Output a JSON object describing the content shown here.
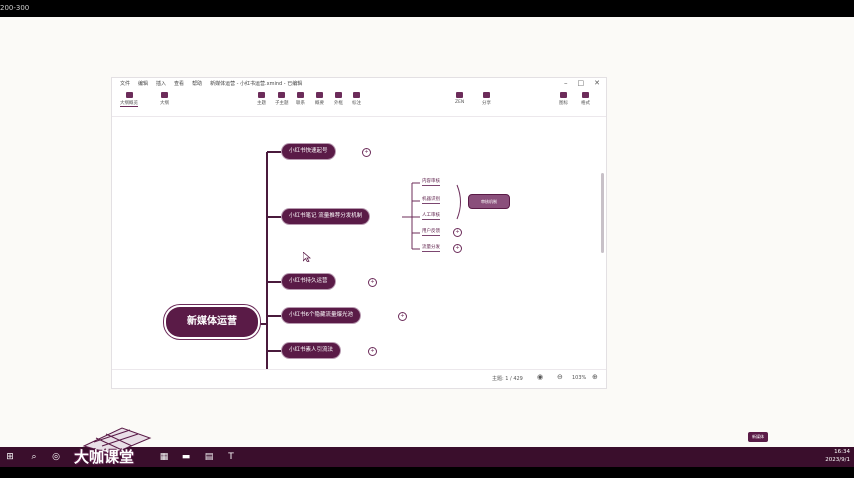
{
  "screen": {
    "top_label": "200-300"
  },
  "window": {
    "title": "新媒体运营 - 小红书运营.xmind - 已编辑",
    "menu": [
      "文件",
      "编辑",
      "插入",
      "查看",
      "帮助"
    ],
    "controls": [
      "–",
      "□",
      "✕"
    ]
  },
  "toolbar": {
    "left": [
      {
        "label": "大纲概览",
        "icon": "outline-icon"
      },
      {
        "label": "大纲",
        "icon": "list-icon"
      }
    ],
    "center": [
      {
        "label": "主题",
        "icon": "topic-icon"
      },
      {
        "label": "子主题",
        "icon": "subtopic-icon"
      },
      {
        "label": "联系",
        "icon": "relationship-icon"
      },
      {
        "label": "概要",
        "icon": "summary-icon"
      },
      {
        "label": "外框",
        "icon": "boundary-icon"
      },
      {
        "label": "标注",
        "icon": "note-icon"
      }
    ],
    "right": [
      {
        "label": "ZEN",
        "icon": "zen-icon"
      },
      {
        "label": "分享",
        "icon": "share-icon"
      }
    ],
    "far_right": [
      {
        "label": "图标",
        "icon": "star-icon"
      },
      {
        "label": "格式",
        "icon": "brush-icon"
      }
    ]
  },
  "mindmap": {
    "root": "新媒体运营",
    "branches": [
      "小红书快速起号",
      "小红书笔记 流量推荐分发机制",
      "小红书持久运营",
      "小红书6个隐藏流量爆光池",
      "小红书素人引流法"
    ],
    "sub_items": [
      "内容审核",
      "机器识别",
      "人工审核",
      "用户反馈",
      "流量分发"
    ],
    "float_label": "审核机制",
    "expand_symbol": "+"
  },
  "status": {
    "topics": "主题: 1 / 429",
    "zoom": "103%"
  },
  "taskbar": {
    "watermark": "大咖课堂",
    "tray_time": "16:34",
    "tray_date": "2023/9/1",
    "float_tag": "新媒体"
  }
}
